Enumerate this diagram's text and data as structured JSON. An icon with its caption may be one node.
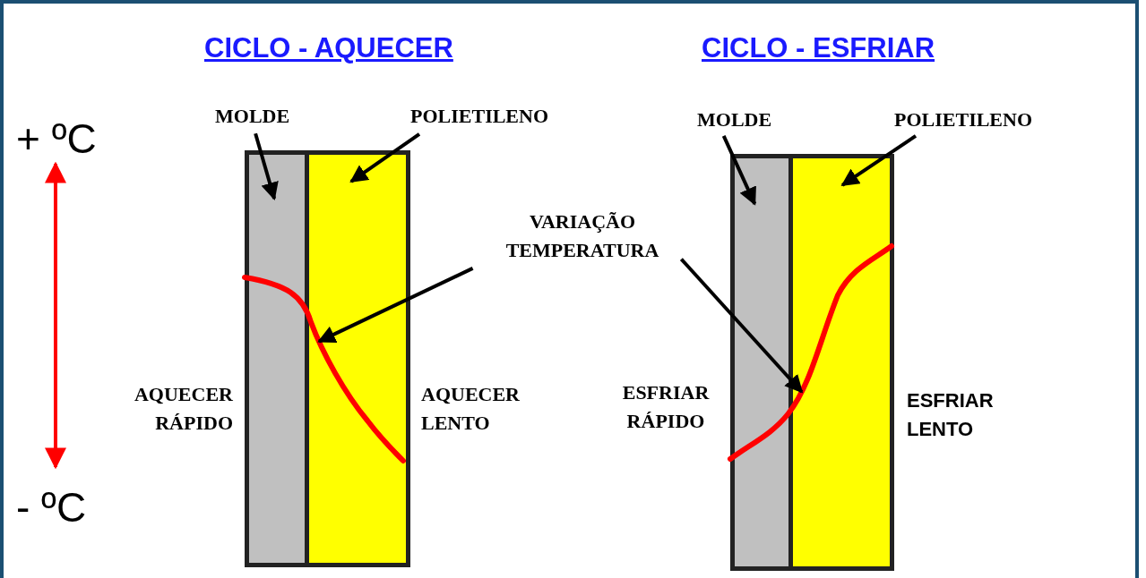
{
  "diagram": {
    "nodes": [
      {
        "text": [
          "MOLDE"
        ]
      },
      {
        "text": [],
        "shape": "box"
      },
      {
        "text": [
          "POLIETILENO"
        ]
      },
      {
        "text": [],
        "shape": "box"
      },
      {
        "text": [
          "VARIAÇÃO TEMPERATURA"
        ]
      },
      {
        "text": [],
        "shape": "curve"
      },
      {
        "text": [],
        "shape": "curve"
      },
      {
        "text": [
          "MOLDE"
        ]
      },
      {
        "text": [],
        "shape": "box"
      },
      {
        "text": [
          "POLIETILENO"
        ]
      },
      {
        "text": [],
        "shape": "box"
      }
    ],
    "edges": [
      {
        "from": 0,
        "to": 1,
        "arrow": "to"
      },
      {
        "from": 2,
        "to": 3,
        "arrow": "to"
      },
      {
        "from": 4,
        "to": 5,
        "arrow": "to"
      },
      {
        "from": 4,
        "to": 6,
        "arrow": "to"
      },
      {
        "from": 7,
        "to": 8,
        "arrow": "to"
      },
      {
        "from": 9,
        "to": 10,
        "arrow": "to"
      }
    ],
    "labels": [
      "CICLO - AQUECER",
      "CICLO - ESFRIAR",
      "+ ºC",
      "AQUECER RÁPIDO",
      "AQUECER LENTO",
      "ESFRIAR RÁPIDO",
      "ESFRIAR LENTO",
      "- ºC"
    ]
  }
}
